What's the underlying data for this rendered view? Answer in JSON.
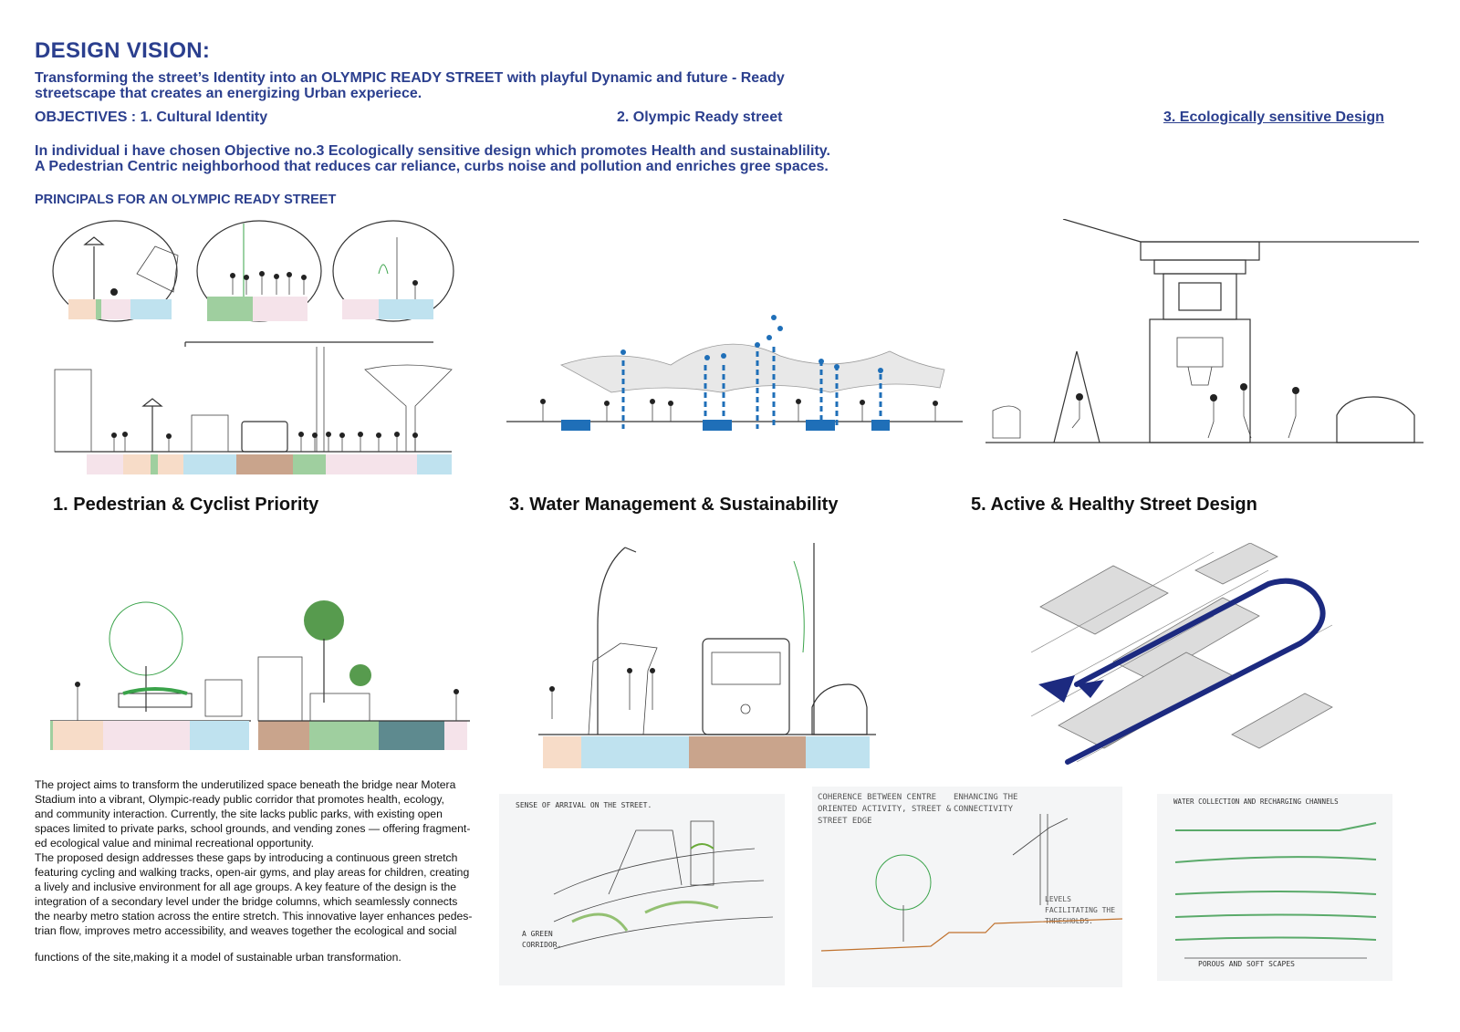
{
  "header": {
    "title": "DESIGN VISION:",
    "vision_line1": "Transforming the street’s Identity into an OLYMPIC READY STREET with playful Dynamic and future - Ready",
    "vision_line2": "streetscape that creates an energizing Urban experiece."
  },
  "objectives": {
    "label": "OBJECTIVES : 1. Cultural Identity",
    "item2": "2. Olympic Ready street",
    "item3": "3. Ecologically sensitive Design"
  },
  "individual": {
    "line1": "In individual i have chosen Objective no.3 Ecologically sensitive design which promotes Health and sustainablility.",
    "line2": "A Pedestrian Centric neighborhood that reduces car reliance, curbs noise and pollution and enriches gree spaces."
  },
  "principals_heading": "PRINCIPALS FOR AN OLYMPIC READY STREET",
  "principles": {
    "p1": "1. Pedestrian & Cyclist Priority",
    "p3": "3. Water Management & Sustainability",
    "p5": "5. Active & Healthy Street Design"
  },
  "description": {
    "lines": [
      "The project aims to transform the underutilized space beneath the bridge near Motera",
      "Stadium into a vibrant, Olympic-ready public corridor that promotes health, ecology,",
      "and community interaction. Currently, the site lacks public parks, with existing open",
      "spaces limited to private parks, school grounds, and vending zones — offering fragment-",
      "ed ecological value and minimal recreational opportunity.",
      "The proposed design addresses these gaps by introducing a continuous green stretch",
      "featuring cycling and walking tracks, open-air gyms, and play areas for children, creating",
      "a lively and inclusive environment for all age groups. A key feature of the design is the",
      "integration of a secondary level under the bridge columns, which seamlessly connects",
      "the nearby metro station across the entire stretch. This innovative layer enhances pedes-",
      "trian flow, improves metro accessibility, and weaves together the ecological and social"
    ],
    "last_line": "functions of the site,making it a model of sustainable urban transformation."
  },
  "sketches": {
    "s1_title": "SENSE OF ARRIVAL ON THE STREET.",
    "s1_note": "A GREEN CORRIDOR.",
    "s2_note1": "COHERENCE BETWEEN CENTRE ORIENTED ACTIVITY, STREET & STREET EDGE",
    "s2_note2": "ENHANCING THE CONNECTIVITY",
    "s2_note3": "LEVELS FACILITATING THE THRESHOLDS.",
    "s3_title": "WATER COLLECTION AND RECHARGING CHANNELS",
    "s3_note": "POROUS AND SOFT SCAPES"
  },
  "colors": {
    "title_blue": "#2b3f8e",
    "zone_peach": "#f7dcc8",
    "zone_green": "#9fcf9f",
    "zone_blue": "#bfe2ef",
    "zone_brown": "#c9a48c",
    "zone_pink": "#f5e3ea",
    "zone_teal": "#5e8a8f",
    "water_blue": "#1f6fb8"
  }
}
